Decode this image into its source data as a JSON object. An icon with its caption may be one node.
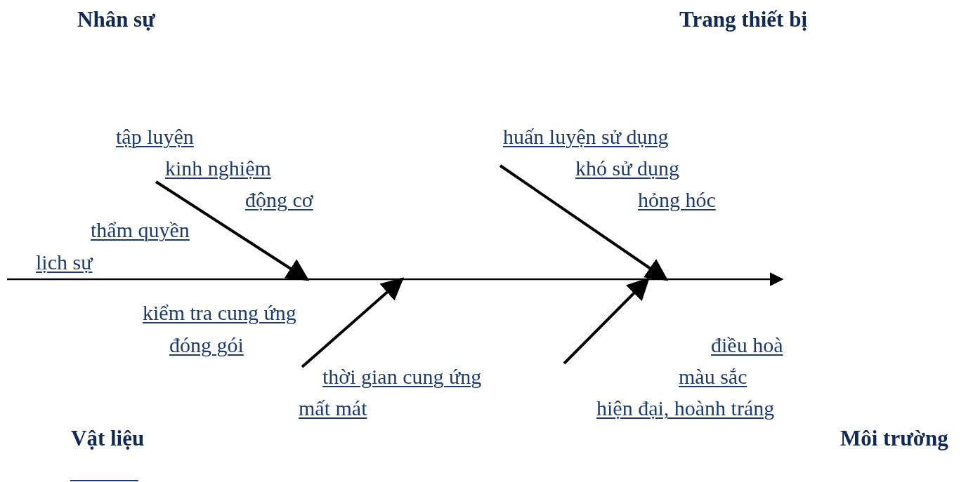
{
  "diagram": {
    "labels": [
      "Nhân sự",
      "Trang thiết bị",
      "tập luyện",
      "huấn luyện sử dụng",
      "kinh nghiệm",
      "khó sử dụng",
      "động cơ",
      "hỏng hóc",
      "thẩm quyền",
      "lịch sự",
      "kiểm tra cung ứng",
      "đóng gói",
      "điều hoà",
      "thời gian cung ứng",
      "màu sắc",
      "mất mát",
      "hiện đại, hoành tráng",
      "Vật liệu",
      "Môi trường"
    ]
  }
}
